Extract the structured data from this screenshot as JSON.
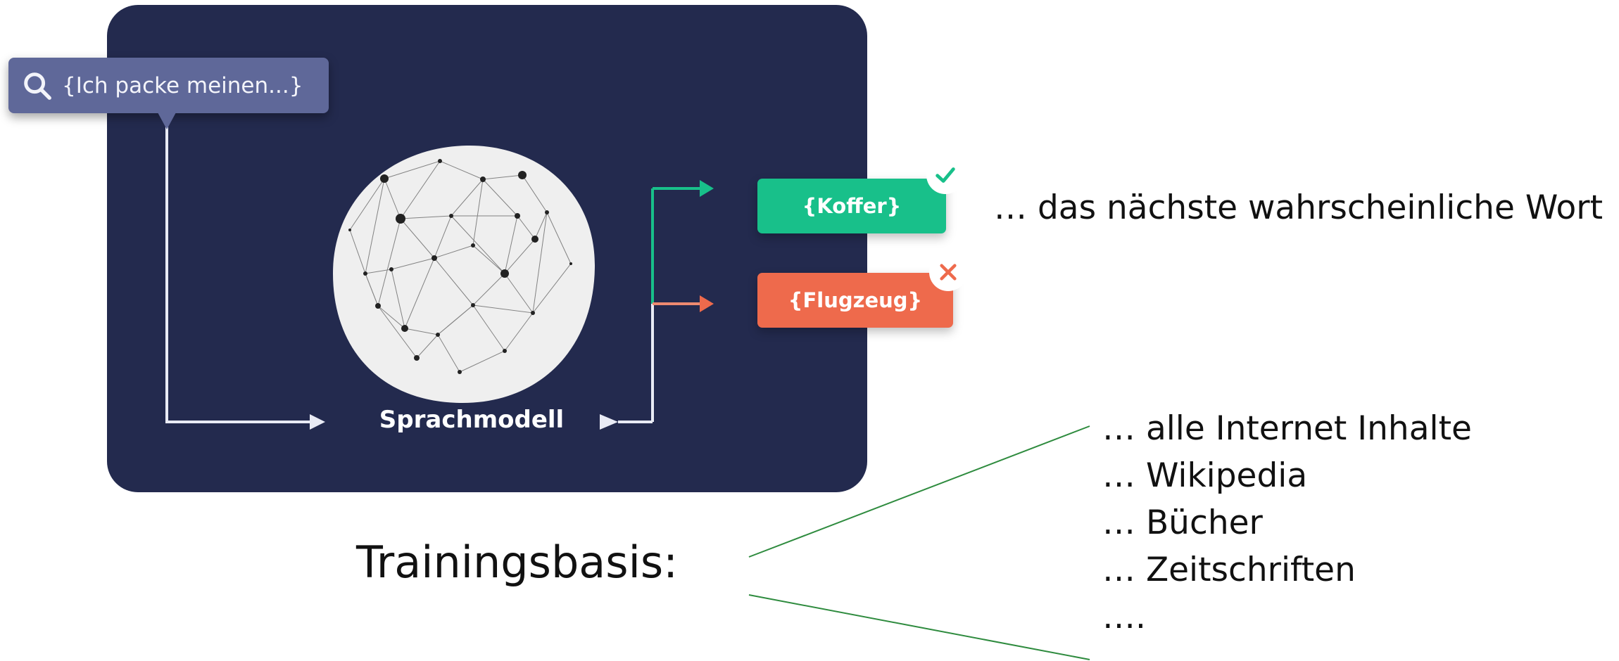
{
  "search": {
    "text": "{Ich packe meinen...}",
    "icon": "search-icon"
  },
  "model": {
    "label": "Sprachmodell"
  },
  "outputs": [
    {
      "label": "{Koffer}",
      "color": "#18c08a",
      "status_icon": "check-icon"
    },
    {
      "label": "{Flugzeug}",
      "color": "#ee6a4c",
      "status_icon": "x-icon"
    }
  ],
  "next_word_caption": "… das nächste wahrscheinliche Wort",
  "training": {
    "label": "Trainingsbasis:",
    "sources": [
      "… alle Internet Inhalte",
      "… Wikipedia",
      "… Bücher",
      "… Zeitschriften",
      "…."
    ]
  },
  "colors": {
    "panel": "#232a4e",
    "search_box": "#5f6899",
    "accent_green": "#18c08a",
    "accent_red": "#ee6a4c",
    "connector_line": "#2e8b3e"
  }
}
